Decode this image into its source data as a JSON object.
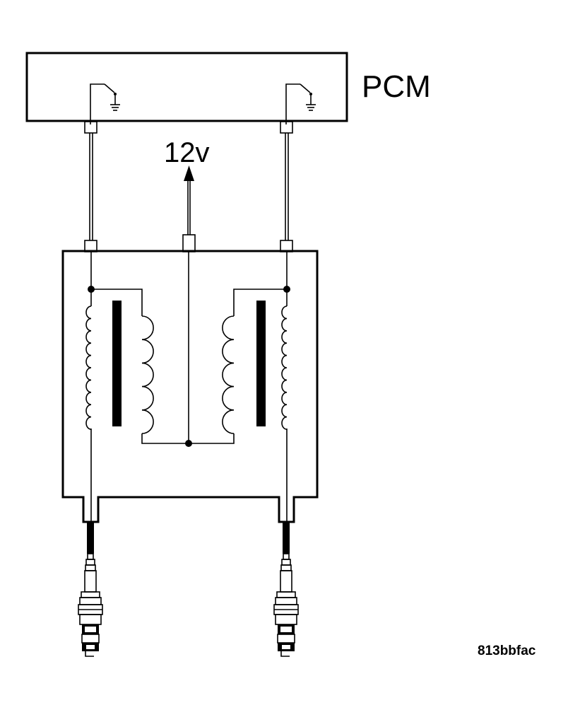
{
  "module_label": "PCM",
  "supply_label": "12v",
  "figure_id": "813bbfac"
}
